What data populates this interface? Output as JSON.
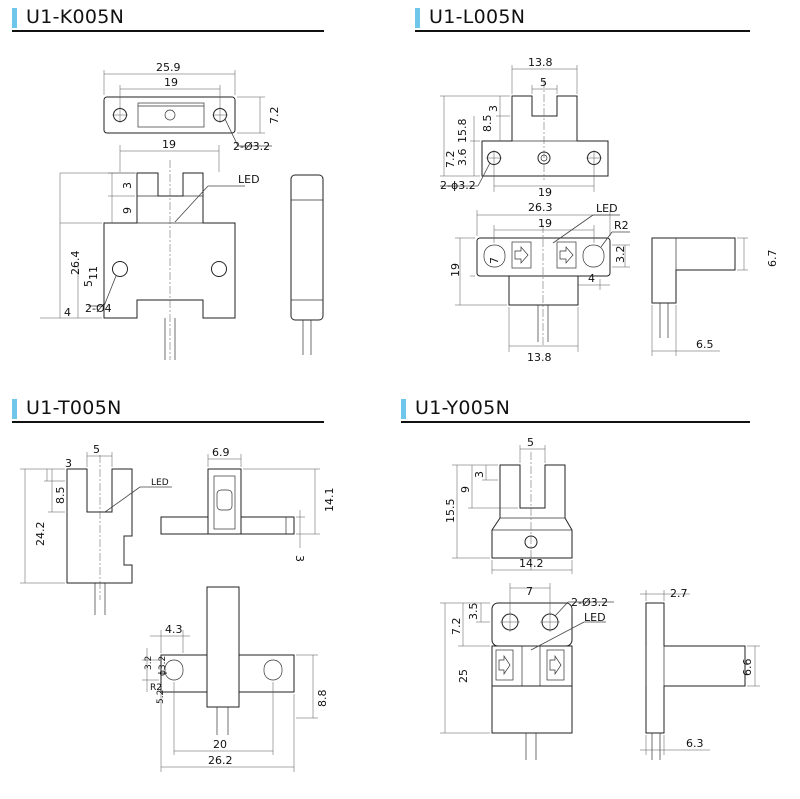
{
  "sections": {
    "k": {
      "title": "U1-K005N",
      "dims": {
        "w1": "25.9",
        "w2": "19",
        "h1": "7.2",
        "hole": "2-Ø3.2",
        "w3": "19",
        "d3": "3",
        "d9": "9",
        "h2": "26.4",
        "d5": "5",
        "d11": "11",
        "d4": "4",
        "led": "LED",
        "hole2": "2-Ø4"
      }
    },
    "l": {
      "title": "U1-L005N",
      "dims": {
        "w1": "13.8",
        "w2": "5",
        "d3": "3",
        "d85": "8.5",
        "d158": "15.8",
        "d36": "3.6",
        "d72": "7.2",
        "hole": "2-ϕ3.2",
        "w3": "19",
        "w4": "26.3",
        "w5": "19",
        "led": "LED",
        "r2": "R2",
        "d7": "7",
        "d32": "3.2",
        "d4": "4",
        "h19": "19",
        "w6": "13.8",
        "d67": "6.7",
        "d65": "6.5"
      }
    },
    "t": {
      "title": "U1-T005N",
      "dims": {
        "d3": "3",
        "d5": "5",
        "d85": "8.5",
        "led": "LED",
        "h242": "24.2",
        "w69": "6.9",
        "h141": "14.1",
        "d3b": "3",
        "d43": "4.3",
        "d32": "3.2",
        "phi": "ϕ3.2",
        "r2": "R2",
        "d52": "5.2",
        "d88": "8.8",
        "w20": "20",
        "w262": "26.2"
      }
    },
    "y": {
      "title": "U1-Y005N",
      "dims": {
        "d5": "5",
        "d3": "3",
        "d9": "9",
        "h155": "15.5",
        "w142": "14.2",
        "d7": "7",
        "hole": "2-Ø3.2",
        "d72": "7.2",
        "d35": "3.5",
        "led": "LED",
        "h25": "25",
        "d27": "2.7",
        "d66": "6.6",
        "d63": "6.3"
      }
    }
  }
}
